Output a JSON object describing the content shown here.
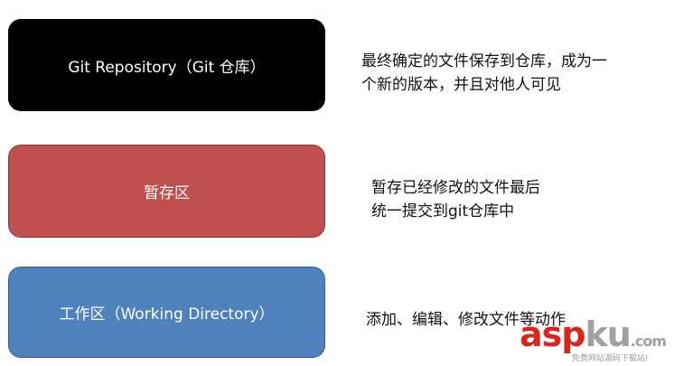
{
  "boxes": {
    "repo": {
      "label": "Git Repository（Git 仓库）",
      "color": "#000000"
    },
    "stage": {
      "label": "暂存区",
      "color": "#c0504d"
    },
    "work": {
      "label": "工作区（Working Directory）",
      "color": "#4f81bd"
    }
  },
  "descriptions": {
    "repo": [
      "最终确定的文件保存到仓库，成为一",
      "个新的版本，并且对他人可见"
    ],
    "stage": [
      "暂存已经修改的文件最后",
      "统一提交到git仓库中"
    ],
    "work": [
      "添加、编辑、修改文件等动作"
    ]
  },
  "watermark": {
    "logo_main": "asp",
    "logo_ku": "ku",
    "logo_suffix": ".com",
    "subtitle": "免费网站源码下载站!"
  }
}
